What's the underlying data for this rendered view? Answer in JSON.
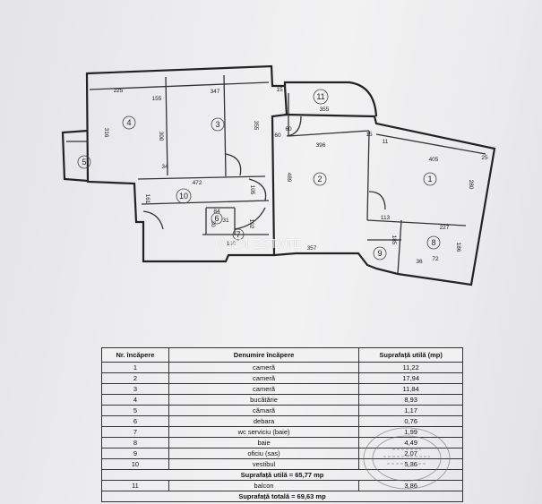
{
  "watermark": "ONM ESTATE",
  "plan": {
    "room_numbers": [
      "1",
      "2",
      "3",
      "4",
      "5",
      "6",
      "7",
      "8",
      "9",
      "10",
      "11"
    ],
    "dimensions": [
      "225",
      "347",
      "355",
      "355",
      "300",
      "316",
      "155",
      "15",
      "396",
      "405",
      "280",
      "113",
      "227",
      "72",
      "186",
      "472",
      "161",
      "105",
      "489",
      "84",
      "30",
      "192",
      "100",
      "357",
      "11",
      "185",
      "34",
      "60",
      "15",
      "25",
      "60",
      "36",
      "31"
    ]
  },
  "table": {
    "headers": [
      "Nr. încăpere",
      "Denumire încăpere",
      "Suprafață utilă (mp)"
    ],
    "rows": [
      {
        "nr": "1",
        "name": "cameră",
        "area": "11,22"
      },
      {
        "nr": "2",
        "name": "cameră",
        "area": "17,94"
      },
      {
        "nr": "3",
        "name": "cameră",
        "area": "11,84"
      },
      {
        "nr": "4",
        "name": "bucătărie",
        "area": "8,93"
      },
      {
        "nr": "5",
        "name": "cămară",
        "area": "1,17"
      },
      {
        "nr": "6",
        "name": "debara",
        "area": "0,76"
      },
      {
        "nr": "7",
        "name": "wc serviciu (baie)",
        "area": "1,99"
      },
      {
        "nr": "8",
        "name": "baie",
        "area": "4,49"
      },
      {
        "nr": "9",
        "name": "oficiu (sas)",
        "area": "2,07"
      },
      {
        "nr": "10",
        "name": "vestibul",
        "area": "5,36"
      }
    ],
    "subtotal": "Suprafață utilă = 65,77 mp",
    "balcony": {
      "nr": "11",
      "name": "balcon",
      "area": "3,86"
    },
    "total": "Suprafață totală = 69,63 mp"
  }
}
